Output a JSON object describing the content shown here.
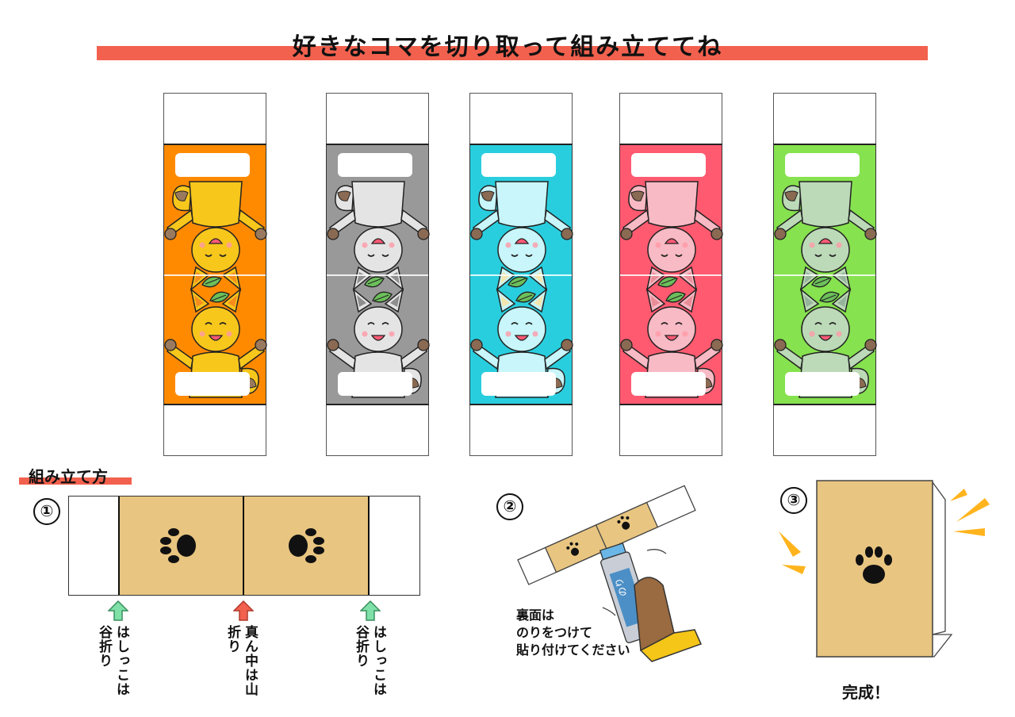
{
  "header": {
    "title": "好きなコマを切り取って組み立ててね"
  },
  "strips": [
    {
      "bg": "#ff8a00",
      "body": "#f8c71c",
      "ear": "#f58c1c",
      "tail": "#9a7a5e"
    },
    {
      "bg": "#999999",
      "body": "#e4e4e4",
      "ear": "#8e8e8e",
      "tail": "#8a6a52"
    },
    {
      "bg": "#29cede",
      "body": "#c8f6fa",
      "ear": "#f2e6b0",
      "tail": "#8a6a52"
    },
    {
      "bg": "#ff5a70",
      "body": "#f8bac4",
      "ear": "#e98d98",
      "tail": "#8a6a52"
    },
    {
      "bg": "#86e24e",
      "body": "#bcd9b8",
      "ear": "#95b49a",
      "tail": "#8a6a52"
    }
  ],
  "assembly": {
    "heading": "組み立て方",
    "step1": {
      "number": "①",
      "left_label": "はしっこは谷折り",
      "center_label": "真ん中は山折り",
      "right_label": "はしっこは谷折り"
    },
    "step2": {
      "number": "②",
      "glue_text": "のり",
      "caption_lines": [
        "裏面は",
        "のりをつけて",
        "貼り付けてください"
      ]
    },
    "step3": {
      "number": "③",
      "caption": "完成！"
    }
  },
  "colors": {
    "accent": "#f2614e",
    "fold_tan": "#e8c580",
    "valley_arrow": "#7fe0a8",
    "mountain_arrow": "#f2614e"
  }
}
